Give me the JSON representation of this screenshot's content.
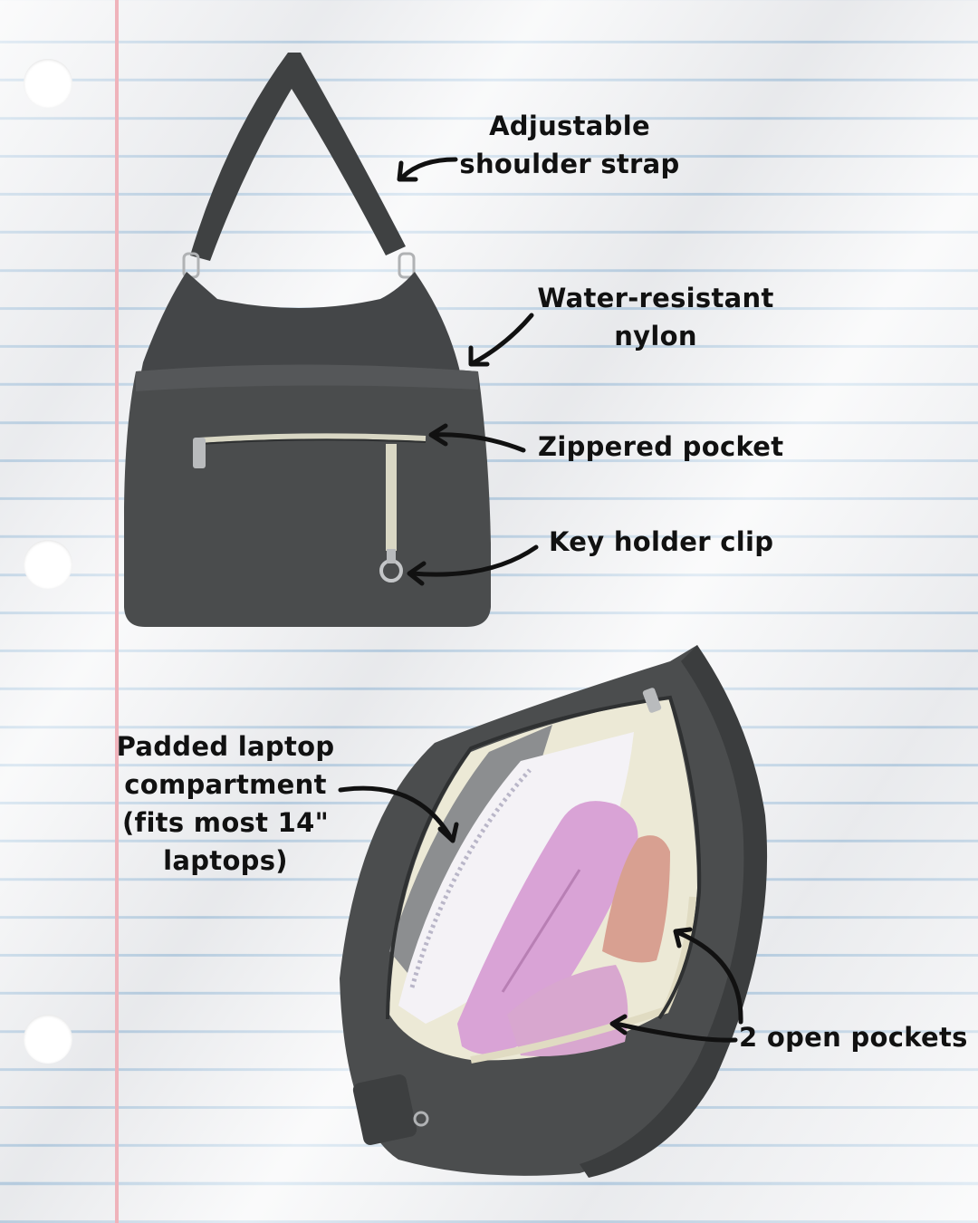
{
  "callouts": {
    "strap": {
      "lines": [
        "Adjustable",
        "shoulder strap"
      ]
    },
    "nylon": {
      "lines": [
        "Water-resistant",
        "nylon"
      ]
    },
    "zipper": {
      "lines": [
        "Zippered pocket"
      ]
    },
    "key": {
      "lines": [
        "Key holder clip"
      ]
    },
    "laptop": {
      "lines": [
        "Padded laptop",
        "compartment",
        "(fits most 14\"",
        "laptops)"
      ]
    },
    "pockets": {
      "lines": [
        "2 open pockets"
      ]
    }
  },
  "colors": {
    "bag": "#4a4c4d",
    "lining": "#ece9d6",
    "bottle": "#d9a3d6",
    "margin_line": "#efb3bb",
    "rule_line": "#a9c7e0"
  },
  "icons": {
    "bag_closed": "shoulder-bag-front-view",
    "bag_open": "shoulder-bag-open-view",
    "arrows": "hand-drawn-arrow"
  }
}
